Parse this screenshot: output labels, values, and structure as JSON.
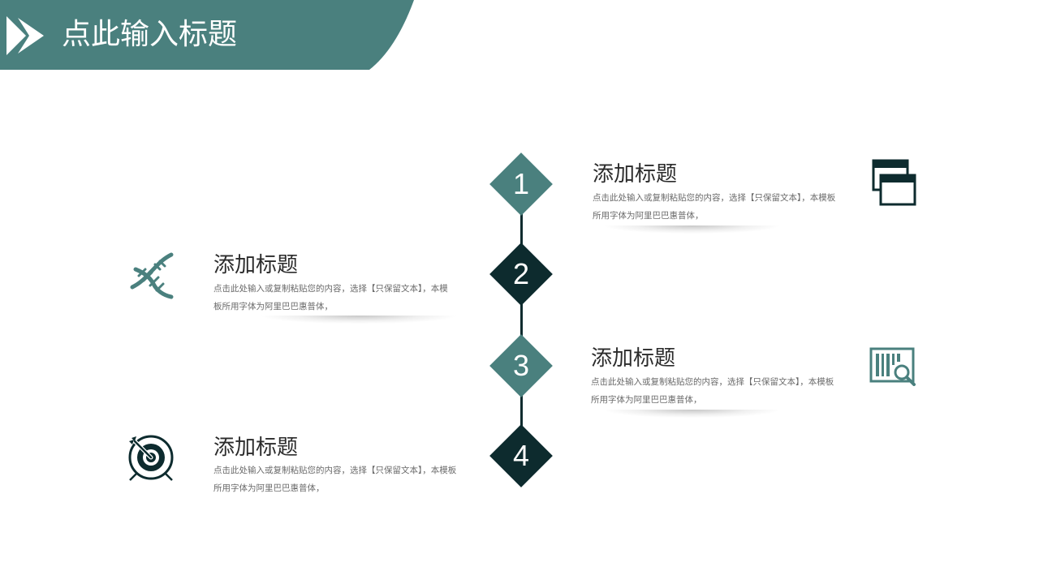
{
  "header": {
    "title": "点此输入标题",
    "band_color": "#4a807e"
  },
  "steps": [
    {
      "number": "1",
      "color": "#4a807e"
    },
    {
      "number": "2",
      "color": "#0d2b2e"
    },
    {
      "number": "3",
      "color": "#4a807e"
    },
    {
      "number": "4",
      "color": "#0d2b2e"
    }
  ],
  "items": [
    {
      "title": "添加标题",
      "desc": "点击此处输入或复制粘贴您的内容，选择【只保留文本】，本模板所用字体为阿里巴巴惠普体，",
      "icon": "browser-windows-icon"
    },
    {
      "title": "添加标题",
      "desc": "点击此处输入或复制粘贴您的内容，选择【只保留文本】，本模板所用字体为阿里巴巴惠普体，",
      "icon": "dna-icon"
    },
    {
      "title": "添加标题",
      "desc": "点击此处输入或复制粘贴您的内容，选择【只保留文本】，本模板所用字体为阿里巴巴惠普体，",
      "icon": "barcode-search-icon"
    },
    {
      "title": "添加标题",
      "desc": "点击此处输入或复制粘贴您的内容，选择【只保留文本】，本模板所用字体为阿里巴巴惠普体，",
      "icon": "target-icon"
    }
  ],
  "colors": {
    "teal": "#4a807e",
    "dark": "#0d2b2e"
  }
}
